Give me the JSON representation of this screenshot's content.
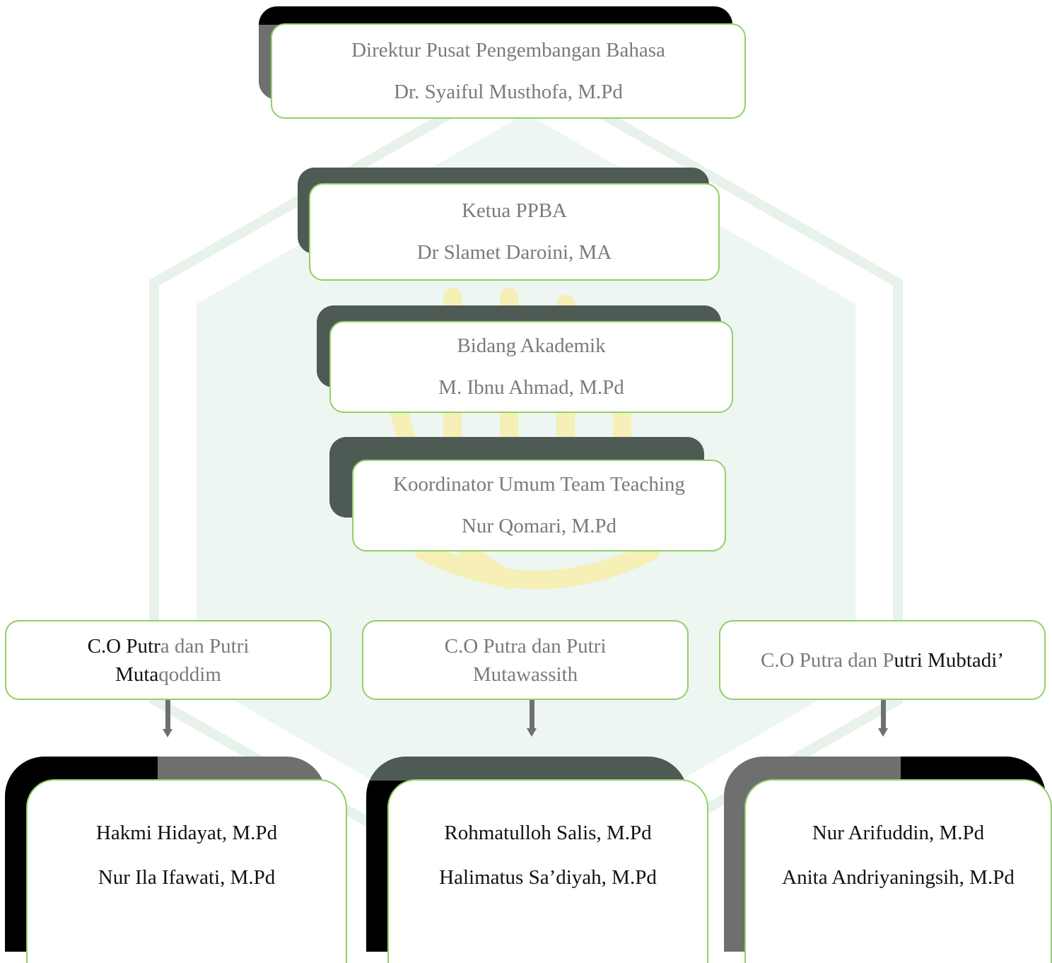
{
  "direktur": {
    "title": "Direktur Pusat Pengembangan Bahasa",
    "name": "Dr. Syaiful Musthofa, M.Pd"
  },
  "ketua": {
    "title": "Ketua PPBA",
    "name": "Dr Slamet Daroini, MA"
  },
  "akademik": {
    "title": "Bidang Akademik",
    "name": "M. Ibnu Ahmad, M.Pd"
  },
  "koordinator": {
    "title": "Koordinator Umum Team Teaching",
    "name": "Nur Qomari, M.Pd"
  },
  "co": [
    {
      "line1_a": "C.O Putr",
      "line1_b": "a dan Putri",
      "line2_a": "Muta",
      "line2_b": "qoddim"
    },
    {
      "line1": "C.O Putra dan Putri",
      "line2": "Mutawassith"
    },
    {
      "seg1": "C.O Pu",
      "seg2": "tra dan P",
      "seg3": "utri Mubtadi’"
    }
  ],
  "members": [
    {
      "name1": "Hakmi Hidayat, M.Pd",
      "name2": "Nur Ila Ifawati, M.Pd"
    },
    {
      "name1": "Rohmatulloh Salis, M.Pd",
      "name2": "Halimatus Sa’diyah, M.Pd"
    },
    {
      "name1": "Nur Arifuddin, M.Pd",
      "name2": "Anita Andriyaningsih, M.Pd"
    }
  ],
  "colors": {
    "border": "#92cf6a",
    "shadow_dark": "#4e5a54",
    "shadow_black": "#000000",
    "shadow_grey": "#6f6f6f",
    "watermark": "#e3f1e8"
  }
}
